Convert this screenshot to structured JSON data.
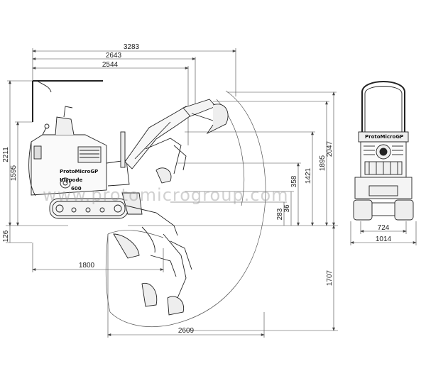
{
  "dimensions": {
    "overall_reach": "3283",
    "reach_2": "2643",
    "reach_3": "2544",
    "cabin_height": "2211",
    "height_1595": "1595",
    "ground_clearance": "126",
    "tail_length": "1800",
    "dig_depth_reach": "2609",
    "max_dig_depth": "1707",
    "dump_height": "283",
    "dim_36": "36",
    "dim_358": "358",
    "dim_1421": "1421",
    "dim_1895": "1895",
    "dim_2047": "2047",
    "track_width": "724",
    "overall_width": "1014"
  },
  "decals": {
    "brand_side": "ProtoMicroGP",
    "model_side": "Ulypode",
    "model_number": "600",
    "brand_front": "ProtoMicroGP"
  },
  "watermark": "www.protomicrogroup.com"
}
